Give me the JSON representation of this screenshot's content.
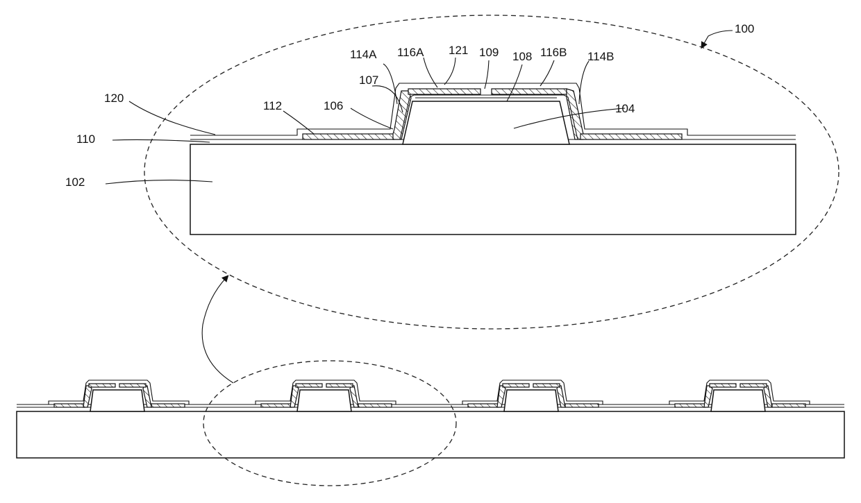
{
  "figure": {
    "reference_labels": [
      {
        "id": "label-100",
        "text": "100"
      },
      {
        "id": "label-121",
        "text": "121"
      },
      {
        "id": "label-116A",
        "text": "116A"
      },
      {
        "id": "label-114A",
        "text": "114A"
      },
      {
        "id": "label-109",
        "text": "109"
      },
      {
        "id": "label-108",
        "text": "108"
      },
      {
        "id": "label-116B",
        "text": "116B"
      },
      {
        "id": "label-114B",
        "text": "114B"
      },
      {
        "id": "label-107",
        "text": "107"
      },
      {
        "id": "label-120",
        "text": "120"
      },
      {
        "id": "label-112",
        "text": "112"
      },
      {
        "id": "label-106",
        "text": "106"
      },
      {
        "id": "label-104",
        "text": "104"
      },
      {
        "id": "label-110",
        "text": "110"
      },
      {
        "id": "label-102",
        "text": "102"
      }
    ],
    "colors": {
      "line": "#111111",
      "background": "#ffffff"
    },
    "small_array_device_count": 4
  }
}
